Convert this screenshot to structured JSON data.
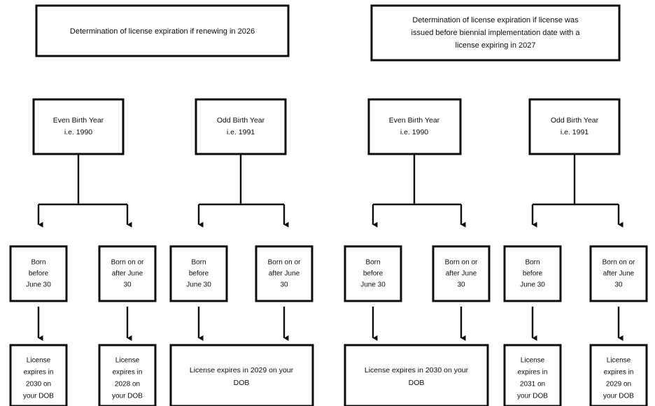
{
  "diagram": {
    "title_left": "Determination of license expiration if renewing in 2026",
    "title_right": "Determination of license expiration if license was issued before biennial implementation date with a license expiring in 2027",
    "stroke_color": "#0d0d0d",
    "fill_color": "#ffffff",
    "background": "#ffffff"
  },
  "panels": [
    {
      "id": "panel-renewing-2026",
      "header": {
        "lines": [
          "Determination of license expiration if renewing in 2026"
        ]
      },
      "branches": [
        {
          "id": "even-birth-year-left",
          "lines": [
            "Even Birth Year",
            "i.e. 1990"
          ],
          "children": [
            {
              "id": "born-before-june-30-a",
              "lines": [
                "Born",
                "before",
                "June 30"
              ],
              "result": {
                "id": "result-2030-a",
                "lines": [
                  "License",
                  "expires in",
                  "2030 on",
                  "your DOB"
                ]
              }
            },
            {
              "id": "born-on-or-after-june-30-a",
              "lines": [
                "Born on or",
                "after June",
                "30"
              ],
              "result": {
                "id": "result-2028-a",
                "lines": [
                  "License",
                  "expires in",
                  "2028 on",
                  "your DOB"
                ]
              }
            }
          ]
        },
        {
          "id": "odd-birth-year-left",
          "lines": [
            "Odd Birth Year",
            "i.e. 1991"
          ],
          "children": [
            {
              "id": "born-before-june-30-b",
              "lines": [
                "Born",
                "before",
                "June 30"
              ]
            },
            {
              "id": "born-on-or-after-june-30-b",
              "lines": [
                "Born on or",
                "after June",
                "30"
              ]
            }
          ],
          "shared_result": {
            "id": "result-2029-shared",
            "lines": [
              "License expires in 2029 on your",
              "DOB"
            ]
          }
        }
      ]
    },
    {
      "id": "panel-issued-before-biennial",
      "header": {
        "lines": [
          "Determination of license expiration if license was",
          "issued before biennial implementation date with a",
          "license expiring in 2027"
        ]
      },
      "branches": [
        {
          "id": "even-birth-year-right",
          "lines": [
            "Even Birth Year",
            "i.e. 1990"
          ],
          "children": [
            {
              "id": "born-before-june-30-c",
              "lines": [
                "Born",
                "before",
                "June 30"
              ]
            },
            {
              "id": "born-on-or-after-june-30-c",
              "lines": [
                "Born on or",
                "after June",
                "30"
              ]
            }
          ],
          "shared_result": {
            "id": "result-2030-shared",
            "lines": [
              "License expires in 2030 on your",
              "DOB"
            ]
          }
        },
        {
          "id": "odd-birth-year-right",
          "lines": [
            "Odd Birth Year",
            "i.e. 1991"
          ],
          "children": [
            {
              "id": "born-before-june-30-d",
              "lines": [
                "Born",
                "before",
                "June 30"
              ],
              "result": {
                "id": "result-2031-d",
                "lines": [
                  "License",
                  "expires in",
                  "2031 on",
                  "your DOB"
                ]
              }
            },
            {
              "id": "born-on-or-after-june-30-d",
              "lines": [
                "Born on or",
                "after June",
                "30"
              ],
              "result": {
                "id": "result-2029-d",
                "lines": [
                  "License",
                  "expires in",
                  "2029 on",
                  "your DOB"
                ]
              }
            }
          ]
        }
      ]
    }
  ],
  "text": {
    "header_left_l1": "Determination of license expiration if renewing in 2026",
    "header_right_l1": "Determination of license expiration if license was",
    "header_right_l2": "issued before biennial implementation date with a",
    "header_right_l3": "license expiring in 2027",
    "even_birth_l1": "Even Birth Year",
    "even_birth_l2": "i.e. 1990",
    "odd_birth_l1": "Odd Birth Year",
    "odd_birth_l2": "i.e. 1991",
    "born_before_l1": "Born",
    "born_before_l2": "before",
    "born_before_l3": "June 30",
    "born_after_l1": "Born on or",
    "born_after_l2": "after June",
    "born_after_l3": "30",
    "lic_l1": "License",
    "lic_l2": "expires in",
    "lic_2030_l3": "2030 on",
    "lic_2028_l3": "2028 on",
    "lic_2031_l3": "2031 on",
    "lic_2029_l3": "2029 on",
    "lic_l4": "your DOB",
    "wide_2029_l1": "License expires in 2029 on your",
    "wide_2029_l2": "DOB",
    "wide_2030_l1": "License expires in 2030 on your",
    "wide_2030_l2": "DOB"
  }
}
